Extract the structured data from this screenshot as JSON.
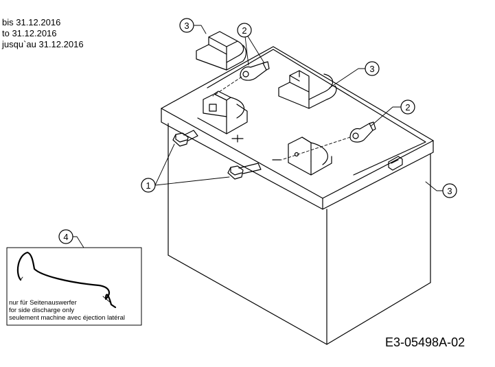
{
  "validity": {
    "line_de": "bis 31.12.2016",
    "line_en": "to 31.12.2016",
    "line_fr": "jusqu`au 31.12.2016"
  },
  "callouts": {
    "one": "1",
    "two": "2",
    "three": "3",
    "four": "4"
  },
  "inset_note": {
    "de": "nur für Seitenauswerfer",
    "en": "for side discharge only",
    "fr": "seulement machine avec éjection latéral"
  },
  "drawing_code": "E3-05498A-02",
  "colors": {
    "line": "#000000",
    "background": "#ffffff"
  }
}
